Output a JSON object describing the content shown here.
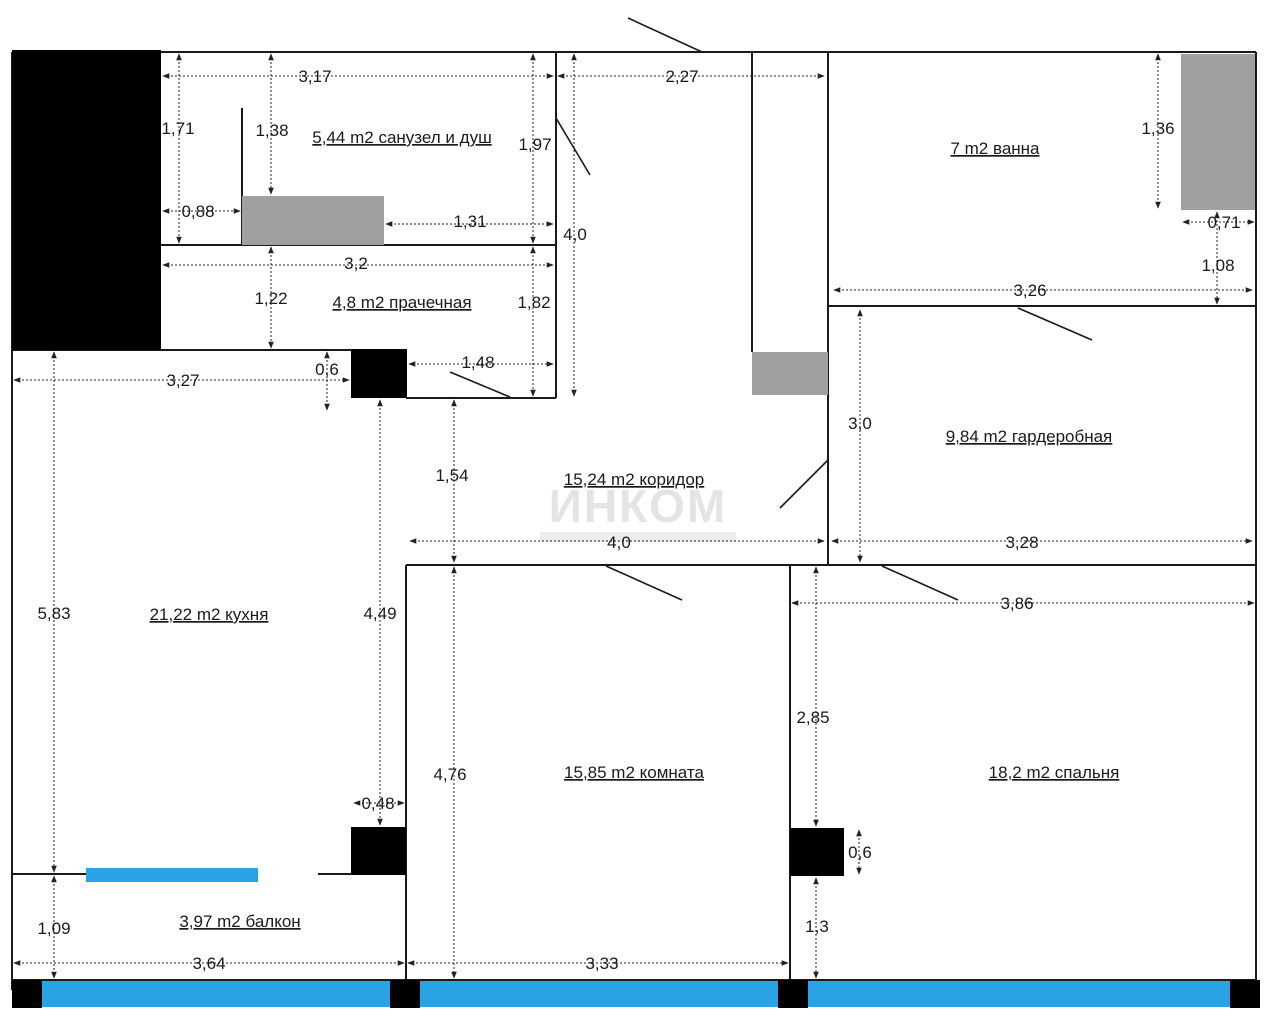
{
  "colors": {
    "wall": "#1a1a1a",
    "column": "#000000",
    "fixture": "#a0a0a0",
    "window": "#29a3e6"
  },
  "watermark": {
    "logo": "ИНКОМ"
  },
  "rooms": {
    "bathroom_shower": "5,44 m2 санузел и душ",
    "bath": "7 m2 ванна",
    "laundry": "4,8 m2 прачечная",
    "corridor": "15,24 m2 коридор",
    "wardrobe": "9,84 m2 гардеробная",
    "kitchen": "21,22 m2 кухня",
    "room": "15,85 m2 комната",
    "bedroom": "18,2 m2 спальня",
    "balcony": "3,97 m2 балкон"
  },
  "dimensions": {
    "d_3_17": "3,17",
    "d_2_27": "2,27",
    "d_1_71": "1,71",
    "d_1_38": "1,38",
    "d_1_97": "1,97",
    "d_0_88": "0,88",
    "d_1_31": "1,31",
    "d_4_0_v": "4,0",
    "d_3_2": "3,2",
    "d_1_22": "1,22",
    "d_1_82": "1,82",
    "d_3_27": "3,27",
    "d_0_6_a": "0,6",
    "d_1_48": "1,48",
    "d_1_36": "1,36",
    "d_0_71": "0,71",
    "d_1_08": "1,08",
    "d_3_26": "3,26",
    "d_3_0": "3,0",
    "d_1_54": "1,54",
    "d_4_0_h": "4,0",
    "d_3_28": "3,28",
    "d_5_83": "5,83",
    "d_4_49": "4,49",
    "d_3_86": "3,86",
    "d_2_85": "2,85",
    "d_4_76": "4,76",
    "d_0_48": "0,48",
    "d_0_6_b": "0,6",
    "d_1_09": "1,09",
    "d_1_3": "1,3",
    "d_3_64": "3,64",
    "d_3_33": "3,33"
  }
}
